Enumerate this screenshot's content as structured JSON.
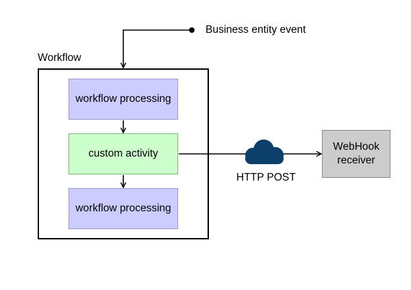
{
  "trigger": {
    "label": "Business entity event"
  },
  "workflow": {
    "label": "Workflow",
    "steps": [
      {
        "label": "workflow processing"
      },
      {
        "label": "custom activity"
      },
      {
        "label": "workflow processing"
      }
    ]
  },
  "connection": {
    "label": "HTTP POST"
  },
  "receiver": {
    "line1": "WebHook",
    "line2": "receiver"
  },
  "colors": {
    "workflow_step_fill": "#ccccff",
    "custom_activity_fill": "#ccffcc",
    "receiver_fill": "#cccccc",
    "cloud": "#0d3f6b"
  },
  "icons": {
    "cloud": "cloud-icon"
  }
}
